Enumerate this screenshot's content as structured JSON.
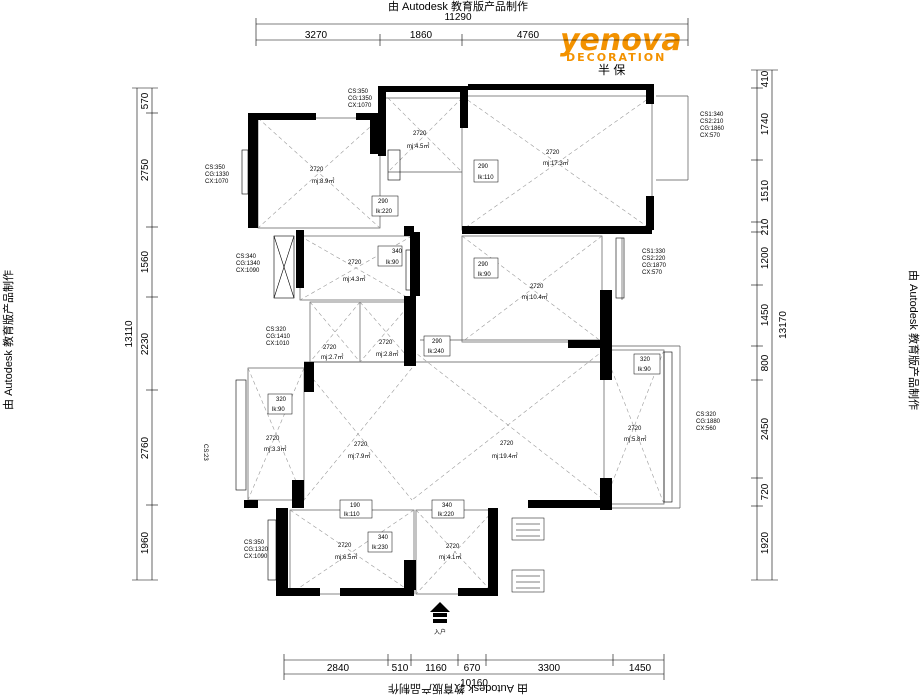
{
  "watermark": {
    "top": "由 Autodesk 教育版产品制作",
    "bottom": "由 Autodesk 教育版产品制作",
    "left": "由 Autodesk 教育版产品制作",
    "right": "由 Autodesk 教育版产品制作"
  },
  "logo": {
    "name": "yenova",
    "tagline": "DECORATION"
  },
  "dimensions": {
    "top_total": "11290",
    "top": [
      "3270",
      "1860",
      "4760"
    ],
    "bottom_total": "10160",
    "bottom": [
      "2840",
      "510",
      "1160",
      "670",
      "3300",
      "1450"
    ],
    "left_total": "13110",
    "left": [
      "570",
      "2750",
      "1560",
      "2230",
      "2760",
      "1960"
    ],
    "right_total": "13170",
    "right": [
      "410",
      "1740",
      "1510",
      "210",
      "1200",
      "1450",
      "800",
      "2450",
      "720",
      "1920"
    ]
  },
  "ceiling_height": "2720",
  "rooms": [
    {
      "h": "2720",
      "area": "mj:8.9㎡"
    },
    {
      "h": "2720",
      "area": "mj:4.5㎡"
    },
    {
      "h": "2720",
      "area": "mj:17.3㎡"
    },
    {
      "h": "2720",
      "area": "mj:4.3㎡"
    },
    {
      "h": "2720",
      "area": "mj:10.4㎡"
    },
    {
      "h": "2720",
      "area": "mj:2.7㎡"
    },
    {
      "h": "2720",
      "area": "mj:2.8㎡"
    },
    {
      "h": "2720",
      "area": "mj:3.3㎡"
    },
    {
      "h": "2720",
      "area": "mj:7.9㎡"
    },
    {
      "h": "2720",
      "area": "mj:19.4㎡"
    },
    {
      "h": "2720",
      "area": "mj:5.8㎡"
    },
    {
      "h": "2720",
      "area": "mj:6.5㎡"
    },
    {
      "h": "2720",
      "area": "mj:4.1㎡"
    }
  ],
  "doors": [
    {
      "h": "290",
      "w": "lk:110"
    },
    {
      "h": "290",
      "w": "lk:220"
    },
    {
      "h": "340",
      "w": "lk:90"
    },
    {
      "h": "290",
      "w": "lk:90"
    },
    {
      "h": "290",
      "w": "lk:240"
    },
    {
      "h": "320",
      "w": "lk:90"
    },
    {
      "h": "320",
      "w": "lk:90"
    },
    {
      "h": "190",
      "w": "lk:110"
    },
    {
      "h": "340",
      "w": "lk:220"
    },
    {
      "h": "340",
      "w": "lk:230"
    }
  ],
  "windows": {
    "w1": [
      "CS:350",
      "CG:1350",
      "CX:1070"
    ],
    "w2": [
      "CS:350",
      "CG:1330",
      "CX:1070"
    ],
    "w3": [
      "CS1:340",
      "CS2:210",
      "CG:1860",
      "CX:570"
    ],
    "w4": [
      "CS:340",
      "CG:1340",
      "CX:1090"
    ],
    "w5": [
      "CS1:330",
      "CS2:220",
      "CG:1870",
      "CX:570"
    ],
    "w6": [
      "CS:320",
      "CG:1410",
      "CX:1010"
    ],
    "w7": [
      "CS:320",
      "CG:1880",
      "CX:560"
    ],
    "w8": [
      "CS:350",
      "CG:1320",
      "CX:1090"
    ],
    "w9": "CS:23"
  },
  "entry_label": "入户",
  "stamp": "半 保"
}
